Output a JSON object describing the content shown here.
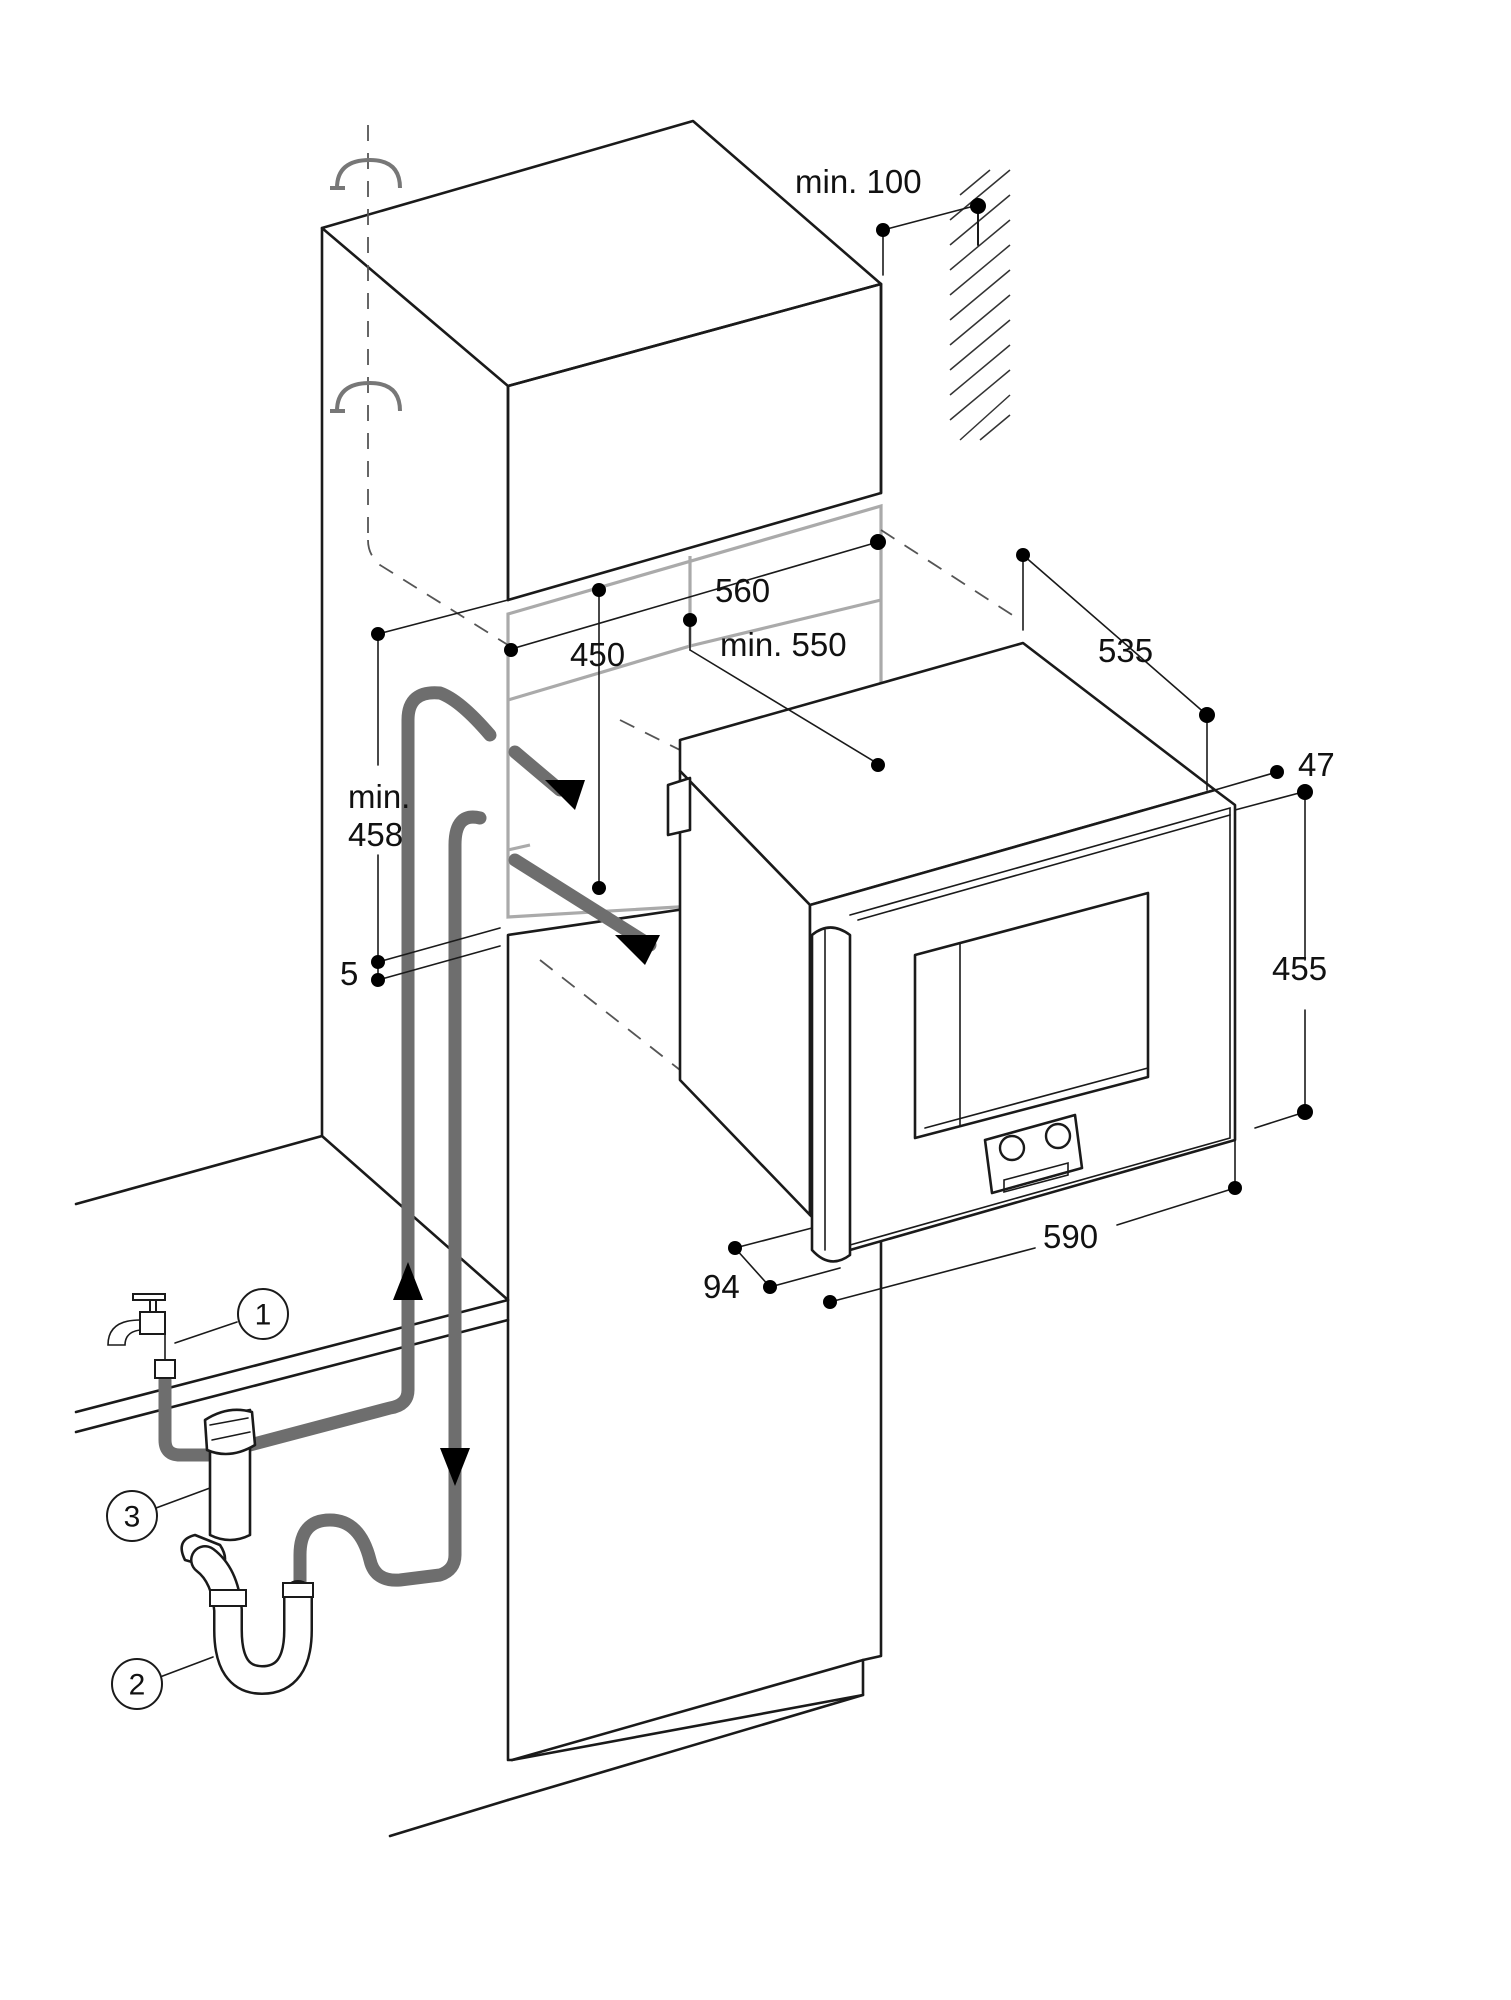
{
  "dimensions": {
    "min_100": "min. 100",
    "d560": "560",
    "d450": "450",
    "min_550": "min. 550",
    "d535": "535",
    "d47": "47",
    "min_label": "min.",
    "d458": "458",
    "d5": "5",
    "d455": "455",
    "d590": "590",
    "d94": "94"
  },
  "callouts": {
    "c1": "1",
    "c2": "2",
    "c3": "3"
  }
}
